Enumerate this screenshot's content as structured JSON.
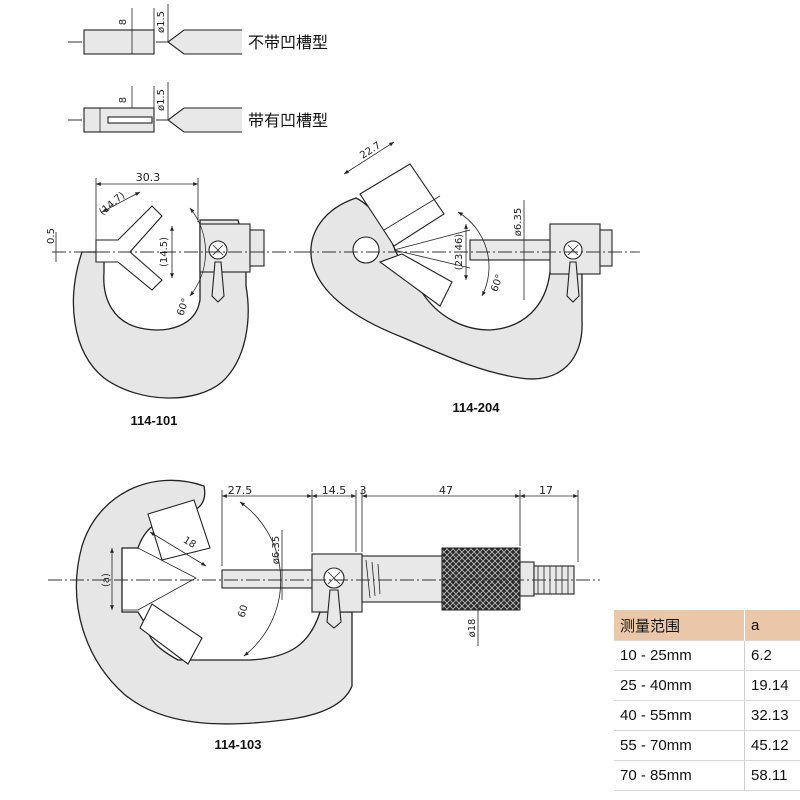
{
  "legend": {
    "without_groove": {
      "label": "不带凹槽型",
      "dim_width": "8",
      "dim_tip": "ø1.5"
    },
    "with_groove": {
      "label": "带有凹槽型",
      "dim_width": "8",
      "dim_tip": "ø1.5"
    }
  },
  "models": [
    {
      "id": "114-101",
      "label": "114-101",
      "dims": {
        "overall": "30.3",
        "face": "(14.7)",
        "gap": "0.5",
        "height": "(14.5)",
        "angle": "60°"
      }
    },
    {
      "id": "114-204",
      "label": "114-204",
      "dims": {
        "face": "22.7",
        "height": "(23.46)",
        "spindle": "ø6.35",
        "angle": "60°"
      }
    },
    {
      "id": "114-103",
      "label": "114-103",
      "dims": {
        "a": "(a)",
        "face": "18",
        "angle": "60",
        "spindle": "ø6.35",
        "sleeve": "ø18",
        "len1": "27.5",
        "len2": "14.5",
        "len3": "3",
        "len4": "47",
        "len5": "17"
      }
    }
  ],
  "spec_table": {
    "headers": [
      "测量范围",
      "a"
    ],
    "rows": [
      [
        "10 - 25mm",
        "6.2"
      ],
      [
        "25 - 40mm",
        "19.14"
      ],
      [
        "40 - 55mm",
        "32.13"
      ],
      [
        "55 - 70mm",
        "45.12"
      ],
      [
        "70 - 85mm",
        "58.11"
      ]
    ]
  }
}
